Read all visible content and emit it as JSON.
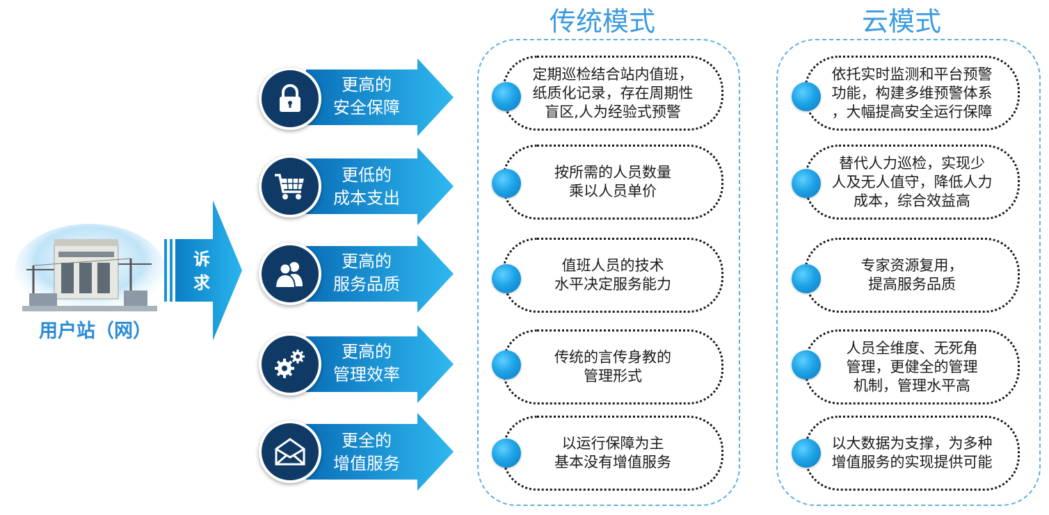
{
  "station": {
    "label": "用户站（网）"
  },
  "demand": {
    "label": "诉\n求"
  },
  "rows": [
    {
      "label": "更高的\n安全保障",
      "icon": "lock-icon"
    },
    {
      "label": "更低的\n成本支出",
      "icon": "shopping-cart-icon"
    },
    {
      "label": "更高的\n服务品质",
      "icon": "people-icon"
    },
    {
      "label": "更高的\n管理效率",
      "icon": "gears-icon"
    },
    {
      "label": "更全的\n增值服务",
      "icon": "envelope-icon"
    }
  ],
  "traditional": {
    "title": "传统模式",
    "items": [
      "定期巡检结合站内值班，\n纸质化记录，存在周期性\n盲区,人为经验式预警",
      "按所需的人员数量\n乘以人员单价",
      "值班人员的技术\n水平决定服务能力",
      "传统的言传身教的\n管理形式",
      "以运行保障为主\n基本没有增值服务"
    ]
  },
  "cloud": {
    "title": "云模式",
    "items": [
      "依托实时监测和平台预警\n功能，构建多维预警体系\n，大幅提高安全运行保障",
      "替代人力巡检，实现少\n人及无人值守，降低人力\n成本，综合效益高",
      "专家资源复用，\n提高服务品质",
      "人员全维度、无死角\n管理，更健全的管理\n机制，管理水平高",
      "以大数据为支撑，为多种\n增值服务的实现提供可能"
    ]
  },
  "colors": {
    "accent": "#1ea3e6",
    "dark_circle": "#0f3a66",
    "title_blue": "#3a9ae0",
    "dashed_border": "#5eaee6"
  }
}
